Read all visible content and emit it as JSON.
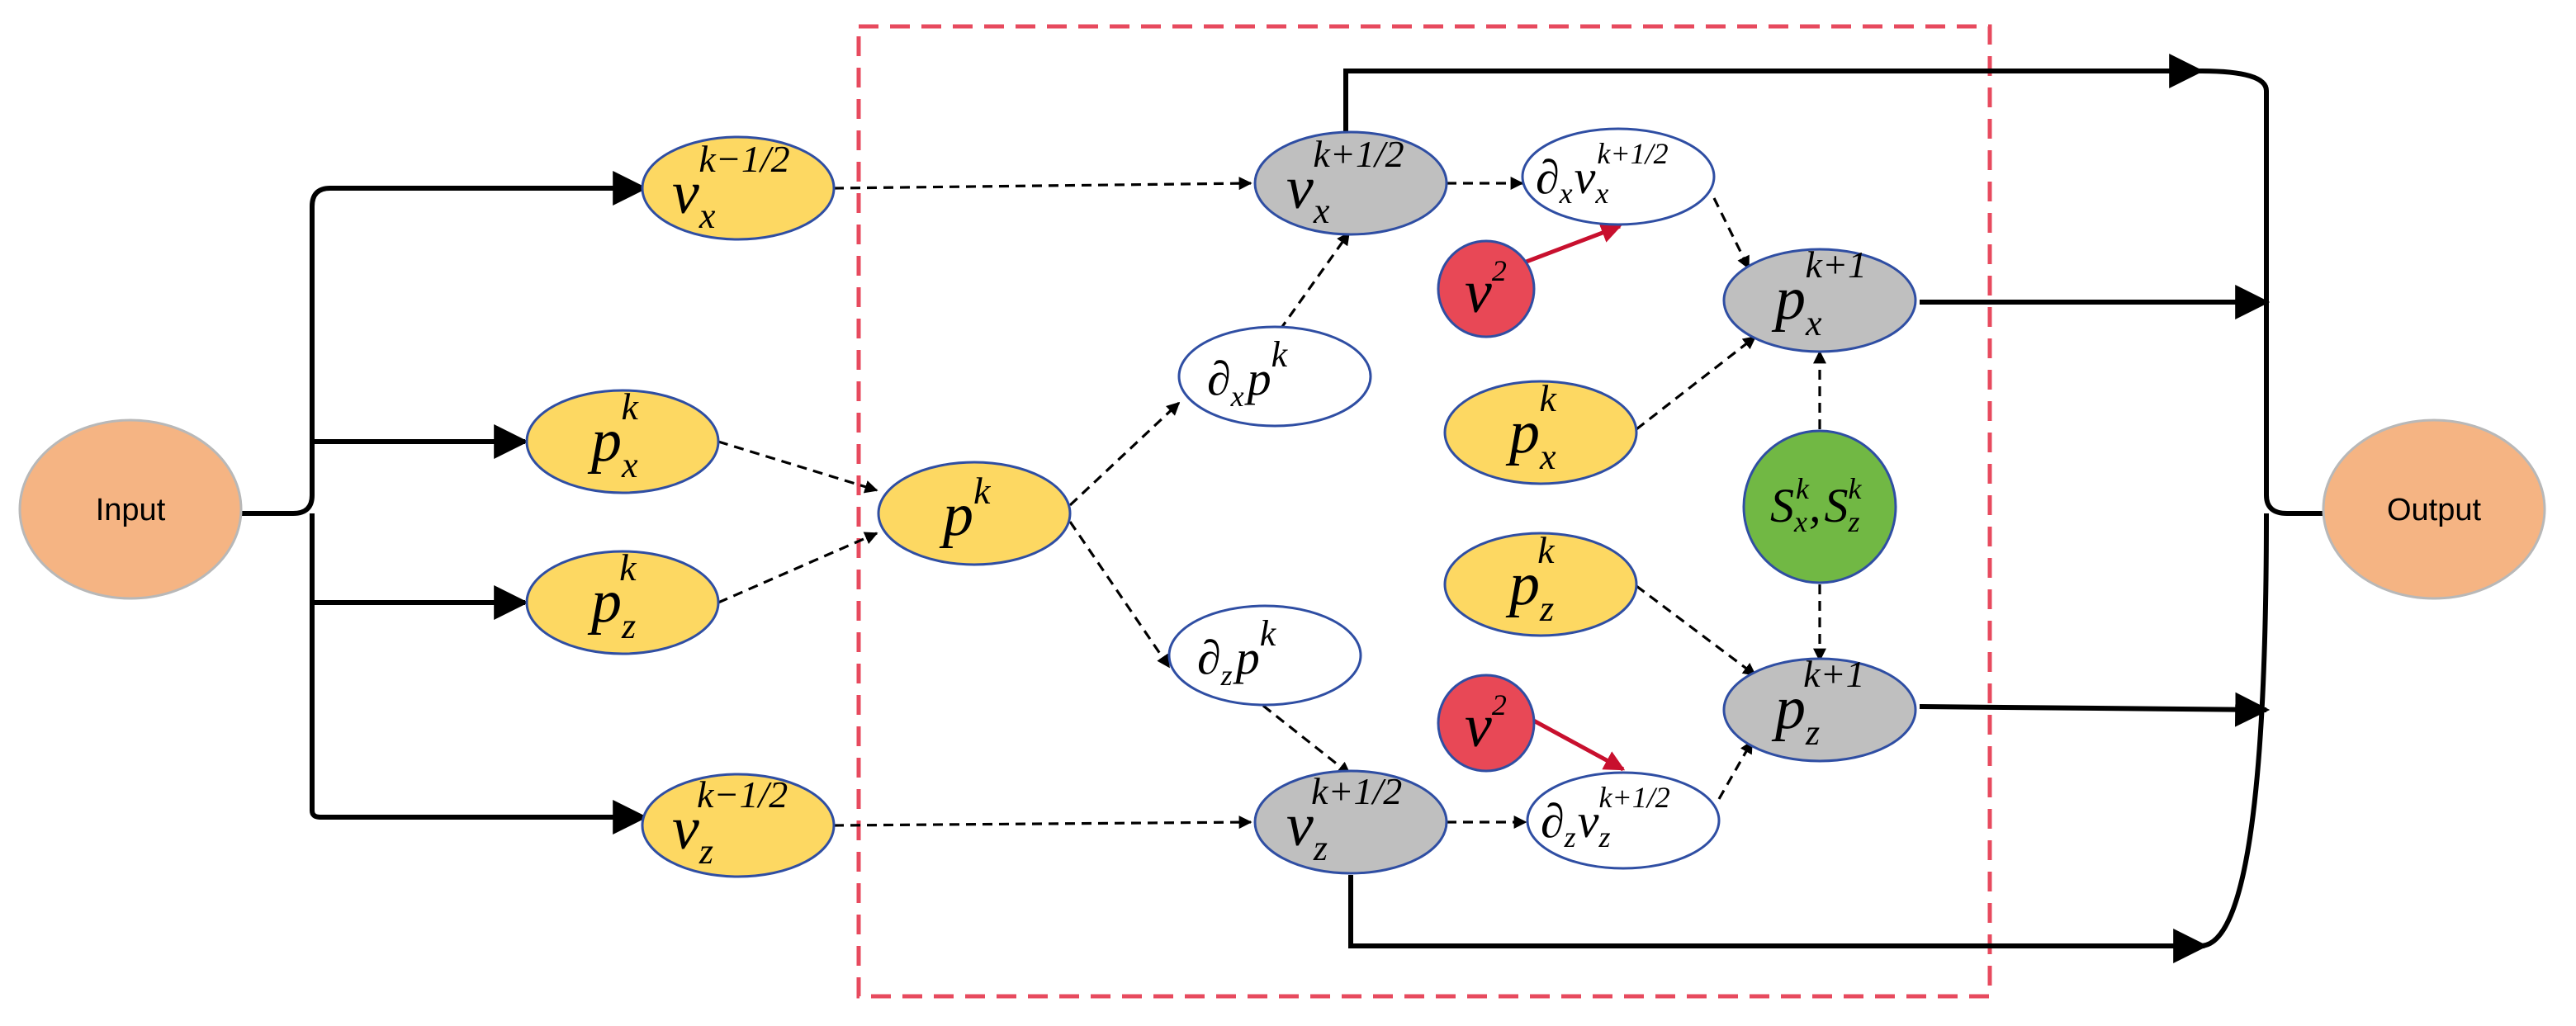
{
  "colors": {
    "io_node": "#f5b483",
    "yellow_node": "#fdd862",
    "gray_node": "#bfbfbf",
    "white_node": "#ffffff",
    "red_node": "#e84856",
    "green_node": "#71b844",
    "node_border": "#2f4ea3",
    "frame": "#e74a5e",
    "red_arrow": "#c8102e"
  },
  "io": {
    "input": "Input",
    "output": "Output"
  },
  "symbols": {
    "v": "v",
    "p": "p",
    "S": "S",
    "partial": "∂",
    "k": "k",
    "k_minus_half": "k−1/2",
    "k_plus_half": "k+1/2",
    "k_plus_one": "k+1",
    "x": "x",
    "z": "z",
    "two": "2",
    "comma": ","
  }
}
